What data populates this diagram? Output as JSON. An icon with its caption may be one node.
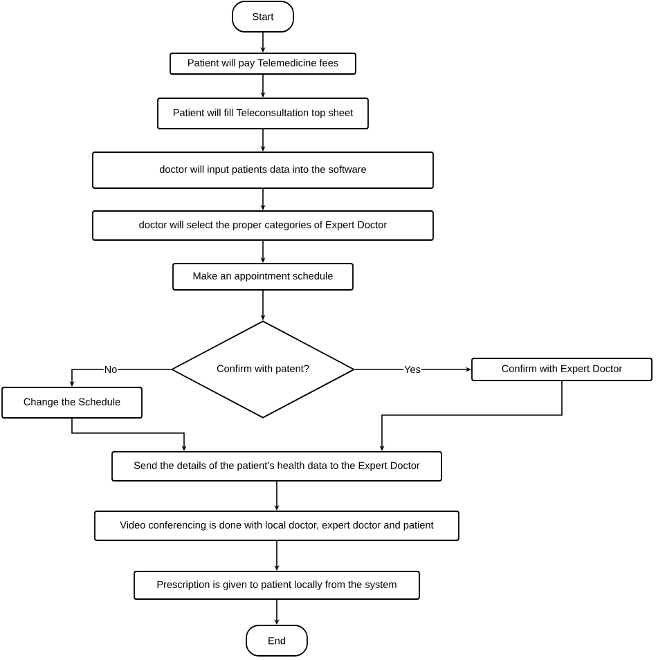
{
  "diagram": {
    "nodes": [
      {
        "text": [
          "Start"
        ]
      },
      {
        "text": [
          "Patient will pay Telemedicine fees"
        ]
      },
      {
        "text": [
          "Patient will fill Teleconsultation top sheet"
        ]
      },
      {
        "text": [
          "doctor will input patients data into the software"
        ]
      },
      {
        "text": [
          "doctor will select the proper categories of Expert Doctor"
        ]
      },
      {
        "text": [
          "Make an appointment schedule"
        ]
      },
      {
        "text": [
          "Confirm with patent?"
        ]
      },
      {
        "text": [
          "Change the Schedule"
        ]
      },
      {
        "text": [
          "Confirm with Expert Doctor"
        ]
      },
      {
        "text": [
          "Send the details of the patient’s health data to the Expert Doctor"
        ]
      },
      {
        "text": [
          "Video conferencing is done with local doctor, expert doctor and patient"
        ]
      },
      {
        "text": [
          "Prescription is given to patient locally from the system"
        ]
      },
      {
        "text": [
          "End"
        ]
      }
    ],
    "edges": [
      {
        "from": 0,
        "to": 1,
        "arrow": "to"
      },
      {
        "from": 1,
        "to": 2,
        "arrow": "to"
      },
      {
        "from": 2,
        "to": 3,
        "arrow": "to"
      },
      {
        "from": 3,
        "to": 4,
        "arrow": "to"
      },
      {
        "from": 4,
        "to": 5,
        "arrow": "to"
      },
      {
        "from": 5,
        "to": 6,
        "arrow": "to"
      },
      {
        "from": 6,
        "to": 7,
        "arrow": "to",
        "label": "No"
      },
      {
        "from": 6,
        "to": 8,
        "arrow": "to",
        "label": "Yes"
      },
      {
        "from": 7,
        "to": 9,
        "arrow": "to"
      },
      {
        "from": 8,
        "to": 9,
        "arrow": "to"
      },
      {
        "from": 9,
        "to": 10,
        "arrow": "to"
      },
      {
        "from": 10,
        "to": 11,
        "arrow": "to"
      },
      {
        "from": 11,
        "to": 12,
        "arrow": "to"
      }
    ]
  }
}
